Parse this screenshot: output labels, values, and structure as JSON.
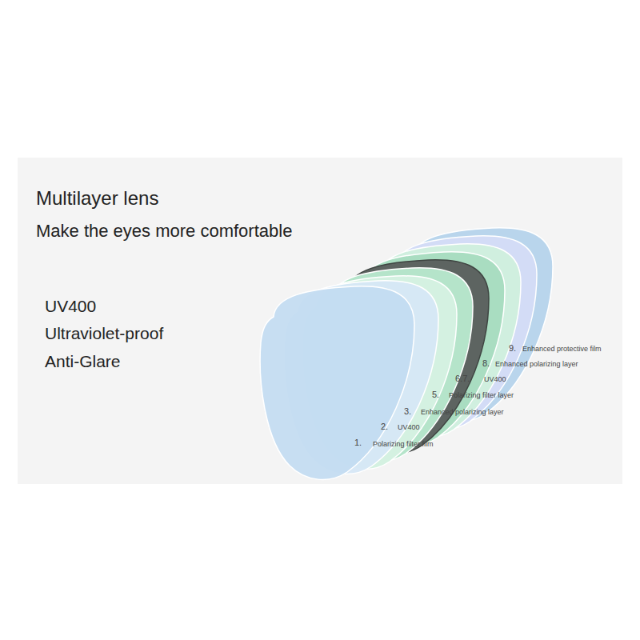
{
  "diagram": {
    "title": "Multilayer lens",
    "labels": [
      "Make the eyes more comfortable",
      "UV400",
      "Ultraviolet-proof",
      "Anti-Glare",
      "9.",
      "Enhanced protective film",
      "8.",
      "Enhanced polarizing layer",
      "6.7.",
      "UV400",
      "5.",
      "Polarizing filter layer",
      "3.",
      "Enhanced polarizing layer",
      "2.",
      "UV400",
      "1.",
      "Polarizing filter film"
    ]
  }
}
